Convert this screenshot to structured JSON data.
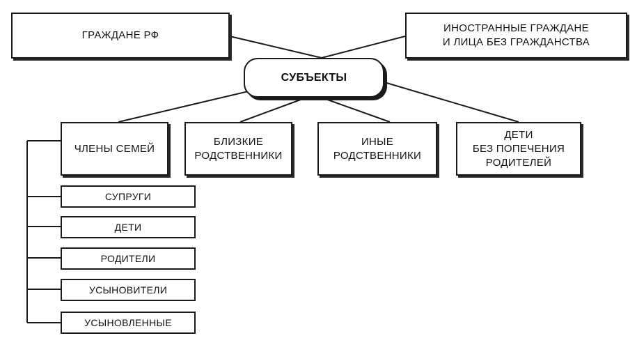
{
  "diagram": {
    "center": "СУБЪЕКТЫ",
    "top_left": "ГРАЖДАНЕ РФ",
    "top_right": "ИНОСТРАННЫЕ ГРАЖДАНЕ\nИ ЛИЦА БЕЗ ГРАЖДАНСТВА",
    "categories": [
      "ЧЛЕНЫ СЕМЕЙ",
      "БЛИЗКИЕ\nРОДСТВЕННИКИ",
      "ИНЫЕ\nРОДСТВЕННИКИ",
      "ДЕТИ\nБЕЗ ПОПЕЧЕНИЯ\nРОДИТЕЛЕЙ"
    ],
    "family_members": [
      "СУПРУГИ",
      "ДЕТИ",
      "РОДИТЕЛИ",
      "УСЫНОВИТЕЛИ",
      "УСЫНОВЛЕННЫЕ"
    ]
  }
}
